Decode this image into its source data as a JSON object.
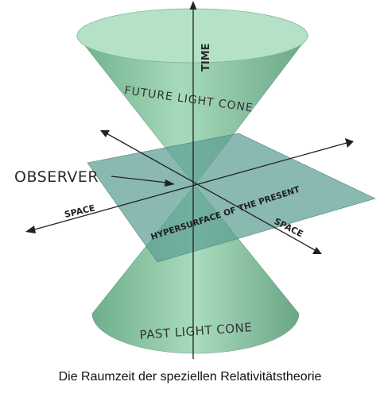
{
  "labels": {
    "time": "TIME",
    "future_cone": "FUTURE LIGHT CONE",
    "observer": "OBSERVER",
    "space_left": "SPACE",
    "space_right": "SPACE",
    "hypersurface": "HYPERSURFACE OF THE PRESENT",
    "past_cone": "PAST LIGHT CONE"
  },
  "caption": "Die Raumzeit der speziellen Relativitätstheorie",
  "colors": {
    "cone_fill": "#8fcaa6",
    "cone_rim": "#a8dcbc",
    "plane_fill": "#5c9e92",
    "axis": "#222222",
    "text": "#2a2a2a"
  }
}
